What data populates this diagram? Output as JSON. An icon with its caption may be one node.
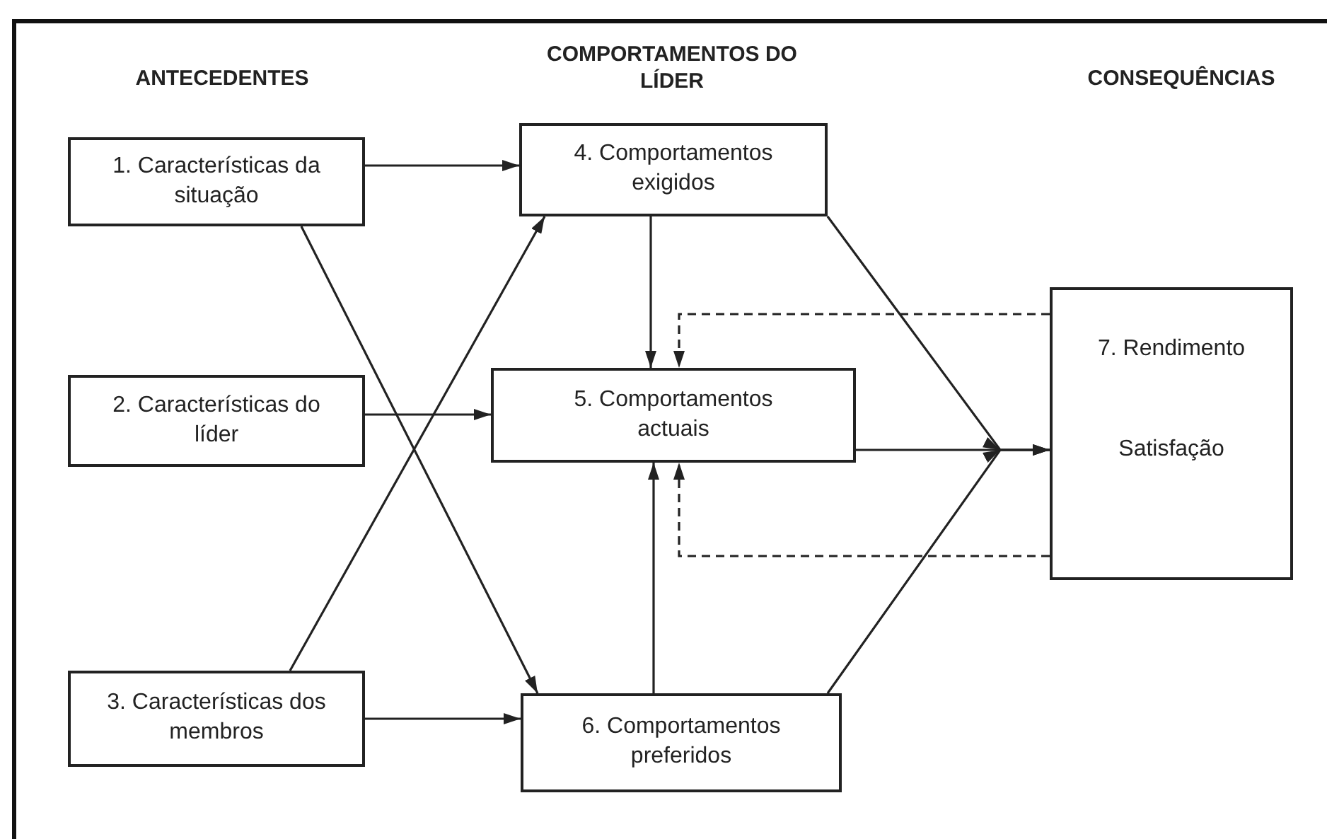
{
  "diagram": {
    "nodes": [
      {
        "text": [
          "1. Características da situação"
        ]
      },
      {
        "text": [
          "2. Características do líder"
        ]
      },
      {
        "text": [
          "3. Características dos membros"
        ]
      },
      {
        "text": [
          "4. Comportamentos exigidos"
        ]
      },
      {
        "text": [
          "5. Comportamentos actuais"
        ]
      },
      {
        "text": [
          "6. Comportamentos preferidos"
        ]
      },
      {
        "text": [
          "7. Rendimento",
          "Satisfação"
        ]
      }
    ],
    "edges": [
      {
        "from": 0,
        "to": 3,
        "arrow": "to"
      },
      {
        "from": 0,
        "to": 5,
        "arrow": "to"
      },
      {
        "from": 1,
        "to": 4,
        "arrow": "to"
      },
      {
        "from": 2,
        "to": 3,
        "arrow": "to"
      },
      {
        "from": 2,
        "to": 5,
        "arrow": "to"
      },
      {
        "from": 3,
        "to": 4,
        "arrow": "to"
      },
      {
        "from": 5,
        "to": 4,
        "arrow": "to"
      },
      {
        "from": 3,
        "to": 6,
        "arrow": "to"
      },
      {
        "from": 4,
        "to": 6,
        "arrow": "to"
      },
      {
        "from": 5,
        "to": 6,
        "arrow": "to"
      },
      {
        "from": 6,
        "to": 4,
        "arrow": "to",
        "style": "dashed"
      },
      {
        "from": 6,
        "to": 4,
        "arrow": "to",
        "style": "dashed"
      }
    ],
    "labels": [
      "ANTECEDENTES",
      "COMPORTAMENTOS DO LÍDER",
      "CONSEQUÊNCIAS"
    ]
  }
}
